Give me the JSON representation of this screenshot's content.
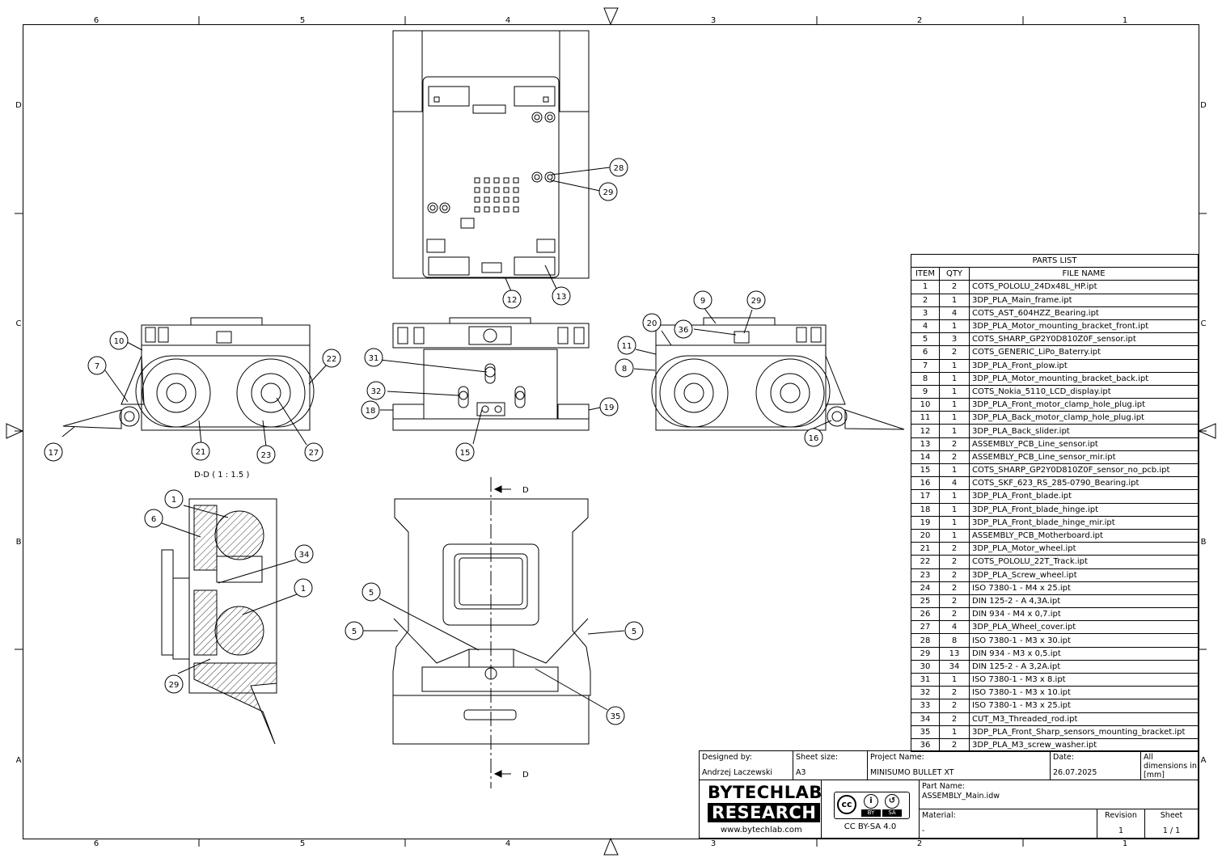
{
  "zones": {
    "columns": [
      "6",
      "5",
      "4",
      "3",
      "2",
      "1"
    ],
    "rows": [
      "D",
      "C",
      "B",
      "A"
    ]
  },
  "section": {
    "label": "D-D ( 1 : 1.5 )",
    "cut_marker": "D"
  },
  "balloons": {
    "top_view": [
      "28",
      "29",
      "12",
      "13"
    ],
    "side_left": [
      "10",
      "7",
      "17",
      "21",
      "23",
      "27",
      "22"
    ],
    "front": [
      "31",
      "32",
      "18",
      "15",
      "19"
    ],
    "side_right": [
      "9",
      "29",
      "20",
      "36",
      "11",
      "8",
      "16"
    ],
    "section_view": [
      "1",
      "6",
      "34",
      "1",
      "29"
    ],
    "bottom_view": [
      "5",
      "5",
      "5",
      "35"
    ]
  },
  "parts_list": {
    "title": "PARTS LIST",
    "headers": [
      "ITEM",
      "QTY",
      "FILE NAME"
    ],
    "rows": [
      [
        "1",
        "2",
        "COTS_POLOLU_24Dx48L_HP.ipt"
      ],
      [
        "2",
        "1",
        "3DP_PLA_Main_frame.ipt"
      ],
      [
        "3",
        "4",
        "COTS_AST_604HZZ_Bearing.ipt"
      ],
      [
        "4",
        "1",
        "3DP_PLA_Motor_mounting_bracket_front.ipt"
      ],
      [
        "5",
        "3",
        "COTS_SHARP_GP2Y0D810Z0F_sensor.ipt"
      ],
      [
        "6",
        "2",
        "COTS_GENERIC_LiPo_Baterry.ipt"
      ],
      [
        "7",
        "1",
        "3DP_PLA_Front_plow.ipt"
      ],
      [
        "8",
        "1",
        "3DP_PLA_Motor_mounting_bracket_back.ipt"
      ],
      [
        "9",
        "1",
        "COTS_Nokia_5110_LCD_display.ipt"
      ],
      [
        "10",
        "1",
        "3DP_PLA_Front_motor_clamp_hole_plug.ipt"
      ],
      [
        "11",
        "1",
        "3DP_PLA_Back_motor_clamp_hole_plug.ipt"
      ],
      [
        "12",
        "1",
        "3DP_PLA_Back_slider.ipt"
      ],
      [
        "13",
        "2",
        "ASSEMBLY_PCB_Line_sensor.ipt"
      ],
      [
        "14",
        "2",
        "ASSEMBLY_PCB_Line_sensor_mir.ipt"
      ],
      [
        "15",
        "1",
        "COTS_SHARP_GP2Y0D810Z0F_sensor_no_pcb.ipt"
      ],
      [
        "16",
        "4",
        "COTS_SKF_623_RS_285-0790_Bearing.ipt"
      ],
      [
        "17",
        "1",
        "3DP_PLA_Front_blade.ipt"
      ],
      [
        "18",
        "1",
        "3DP_PLA_Front_blade_hinge.ipt"
      ],
      [
        "19",
        "1",
        "3DP_PLA_Front_blade_hinge_mir.ipt"
      ],
      [
        "20",
        "1",
        "ASSEMBLY_PCB_Motherboard.ipt"
      ],
      [
        "21",
        "2",
        "3DP_PLA_Motor_wheel.ipt"
      ],
      [
        "22",
        "2",
        "COTS_POLOLU_22T_Track.ipt"
      ],
      [
        "23",
        "2",
        "3DP_PLA_Screw_wheel.ipt"
      ],
      [
        "24",
        "2",
        "ISO 7380-1 - M4 x 25.ipt"
      ],
      [
        "25",
        "2",
        "DIN 125-2 - A 4,3A.ipt"
      ],
      [
        "26",
        "2",
        "DIN 934 - M4 x 0,7.ipt"
      ],
      [
        "27",
        "4",
        "3DP_PLA_Wheel_cover.ipt"
      ],
      [
        "28",
        "8",
        "ISO 7380-1 - M3 x 30.ipt"
      ],
      [
        "29",
        "13",
        "DIN 934 - M3 x 0,5.ipt"
      ],
      [
        "30",
        "34",
        "DIN 125-2 - A 3,2A.ipt"
      ],
      [
        "31",
        "1",
        "ISO 7380-1 - M3 x 8.ipt"
      ],
      [
        "32",
        "2",
        "ISO 7380-1 - M3 x 10.ipt"
      ],
      [
        "33",
        "2",
        "ISO 7380-1 - M3 x 25.ipt"
      ],
      [
        "34",
        "2",
        "CUT_M3_Threaded_rod.ipt"
      ],
      [
        "35",
        "1",
        "3DP_PLA_Front_Sharp_sensors_mounting_bracket.ipt"
      ],
      [
        "36",
        "2",
        "3DP_PLA_M3_screw_washer.ipt"
      ]
    ]
  },
  "title_block": {
    "designed_by_label": "Designed by:",
    "designed_by": "Andrzej Laczewski",
    "sheet_size_label": "Sheet size:",
    "sheet_size": "A3",
    "project_label": "Project Name:",
    "project": "MINISUMO BULLET XT",
    "date_label": "Date:",
    "date": "26.07.2025",
    "dims_note": "All dimensions in [mm]",
    "logo_line1": "BYTECHLAB",
    "logo_line2": "RESEARCH",
    "website": "www.bytechlab.com",
    "license": "CC BY-SA 4.0",
    "cc_by": "BY",
    "cc_sa": "SA",
    "part_name_label": "Part Name:",
    "part_name": "ASSEMBLY_Main.idw",
    "material_label": "Material:",
    "material": "-",
    "revision_label": "Revision",
    "revision": "1",
    "sheet_label": "Sheet",
    "sheet": "1 / 1"
  }
}
